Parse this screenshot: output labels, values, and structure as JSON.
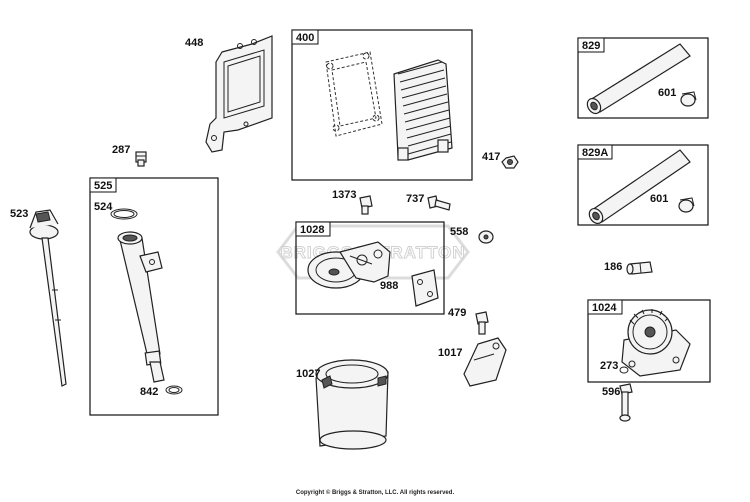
{
  "watermark": "BRIGGS&STRATTON",
  "copyright": "Copyright © Briggs & Stratton, LLC. All rights reserved.",
  "boxes": {
    "b400": "400",
    "b525": "525",
    "b829": "829",
    "b829A": "829A",
    "b1028": "1028",
    "b1024": "1024"
  },
  "parts": {
    "p448": "448",
    "p287": "287",
    "p523": "523",
    "p524": "524",
    "p842": "842",
    "p417": "417",
    "p1373": "1373",
    "p737": "737",
    "p558": "558",
    "p988": "988",
    "p479": "479",
    "p1017": "1017",
    "p1027": "1027",
    "p601a": "601",
    "p601b": "601",
    "p186": "186",
    "p273": "273",
    "p596": "596"
  }
}
